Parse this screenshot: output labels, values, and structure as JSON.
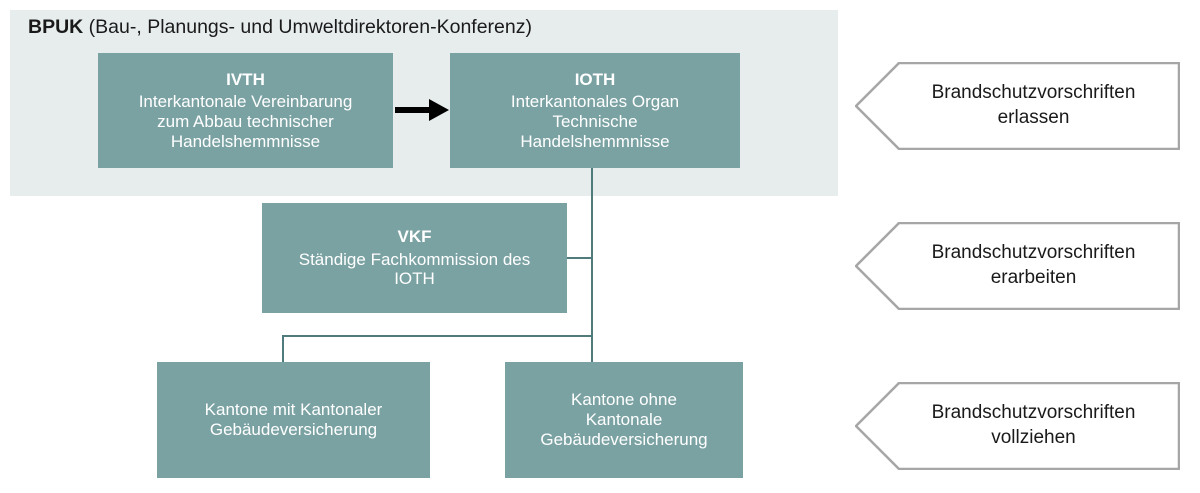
{
  "diagram": {
    "panel": {
      "abbr": "BPUK",
      "title_rest": " (Bau-, Planungs- und Umweltdirektoren-Konferenz)"
    },
    "nodes": [
      {
        "id": "ivth",
        "code": "IVTH",
        "desc": "Interkantonale Vereinbarung\nzum Abbau technischer\nHandelshemmnisse"
      },
      {
        "id": "ioth",
        "code": "IOTH",
        "desc": "Interkantonales Organ\nTechnische\nHandelshemmnisse"
      },
      {
        "id": "vkf",
        "code": "VKF",
        "desc": "Ständige Fachkommission des\nIOTH"
      },
      {
        "id": "kgv",
        "code": "",
        "desc": "Kantone mit Kantonaler\nGebäudeversicherung"
      },
      {
        "id": "okgv",
        "code": "",
        "desc": "Kantone ohne\nKantonale\nGebäudeversicherung"
      }
    ],
    "callouts": [
      {
        "id": "erlassen",
        "text": "Brandschutzvorschriften\nerlassen"
      },
      {
        "id": "erarbeiten",
        "text": "Brandschutzvorschriften\nerarbeiten"
      },
      {
        "id": "vollziehen",
        "text": "Brandschutzvorschriften\nvollziehen"
      }
    ],
    "colors": {
      "node_fill": "#7ba2a3",
      "panel_bg": "#e7eded",
      "connector": "#4f7b7d",
      "callout_border": "#a6a6a6",
      "callout_fill": "#ffffff",
      "arrow": "#000000",
      "node_text": "#ffffff"
    }
  }
}
